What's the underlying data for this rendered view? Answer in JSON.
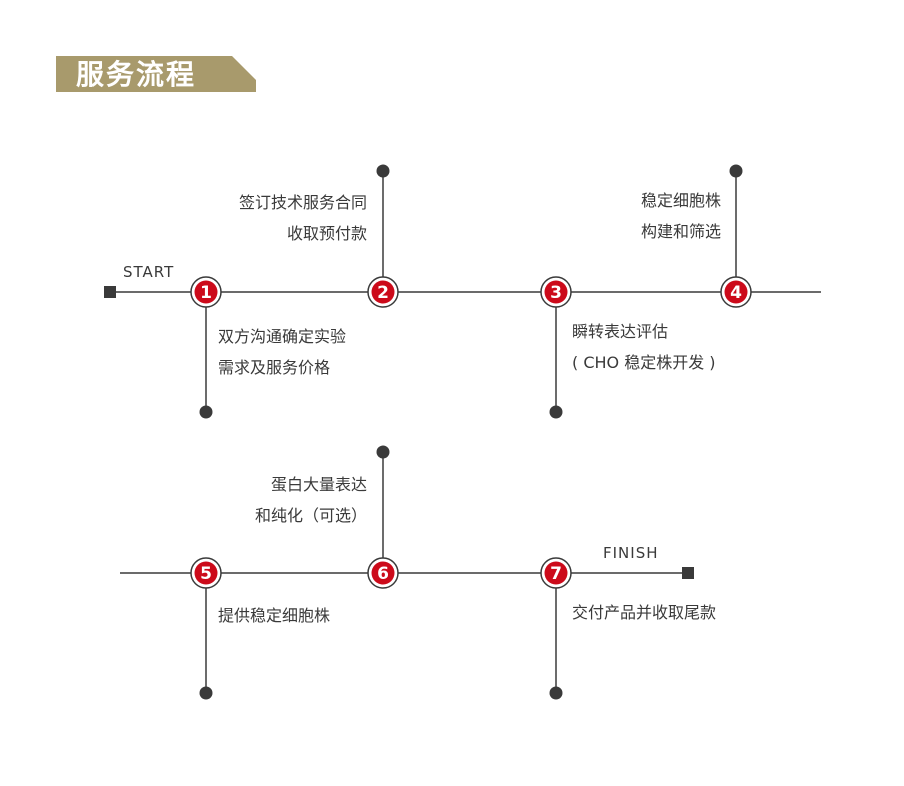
{
  "header": {
    "title": "服务流程"
  },
  "markers": {
    "start": "START",
    "finish": "FINISH"
  },
  "steps": [
    {
      "number": "1",
      "lines": [
        "双方沟通确定实验",
        "需求及服务价格"
      ]
    },
    {
      "number": "2",
      "lines": [
        "签订技术服务合同",
        "收取预付款"
      ]
    },
    {
      "number": "3",
      "lines": [
        "瞬转表达评估",
        "( CHO 稳定株开发 )"
      ]
    },
    {
      "number": "4",
      "lines": [
        "稳定细胞株",
        "构建和筛选"
      ]
    },
    {
      "number": "5",
      "lines": [
        "提供稳定细胞株"
      ]
    },
    {
      "number": "6",
      "lines": [
        "蛋白大量表达",
        "和纯化（可选）"
      ]
    },
    {
      "number": "7",
      "lines": [
        "交付产品并收取尾款"
      ]
    }
  ],
  "colors": {
    "accent": "#a89a6c",
    "node_red": "#cc0a1a",
    "line": "#3a3a3a"
  }
}
